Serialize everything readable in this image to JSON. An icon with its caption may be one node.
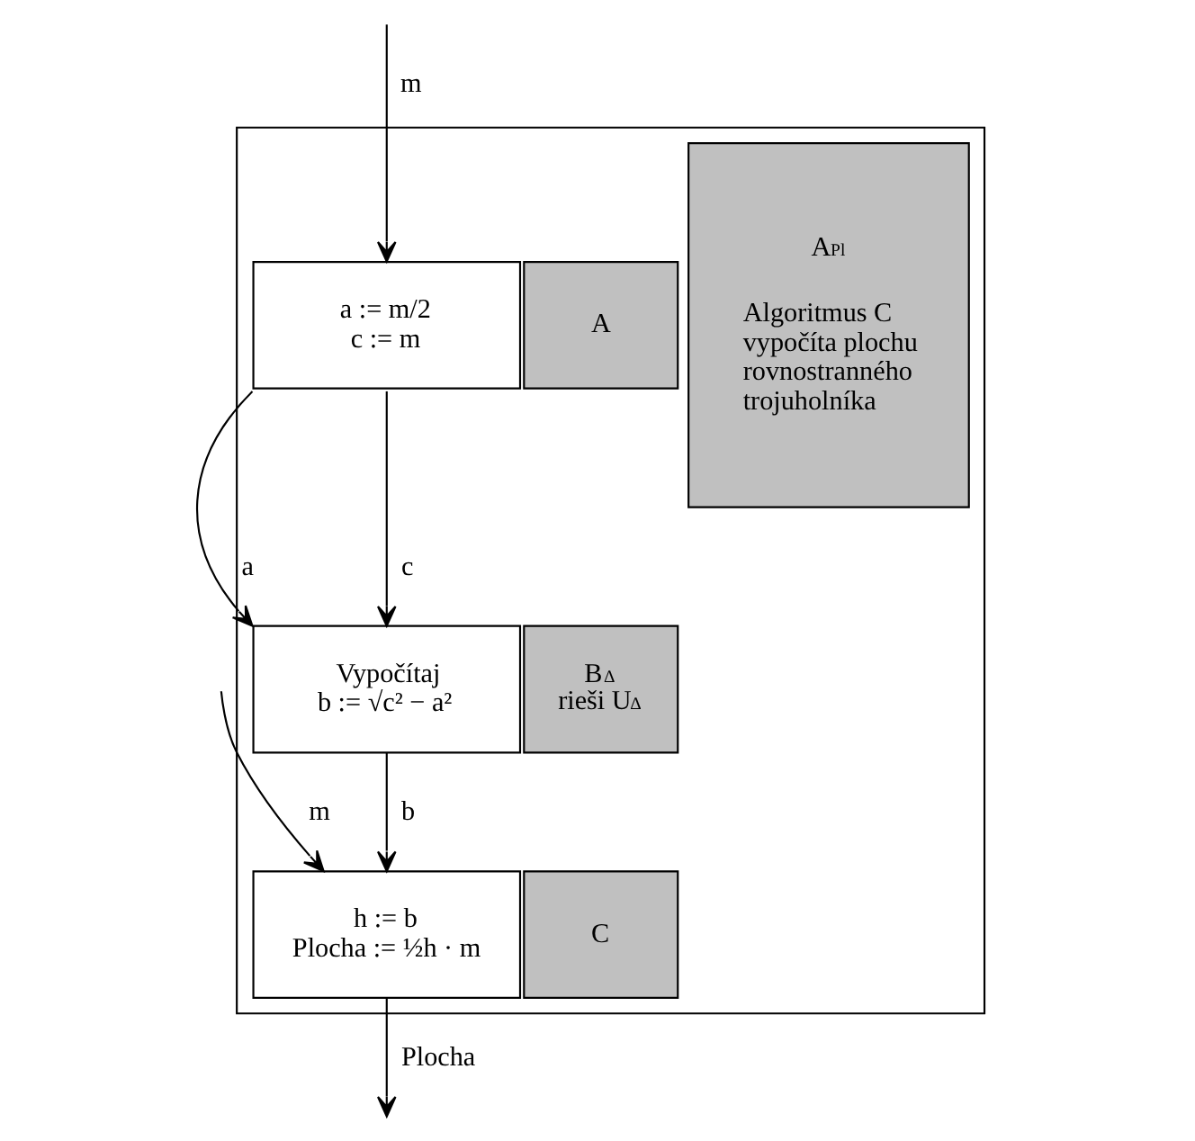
{
  "diagram": {
    "nodes": [
      {
        "text": [],
        "shape": "box"
      },
      {
        "text": [
          "A$_{Pl}$",
          "Algoritmus C vypočíta plochu rovnostranného trojuholníka"
        ],
        "in": 0
      },
      {
        "text": [
          "a := m/2",
          "c := m"
        ],
        "in": 0
      },
      {
        "text": [
          "A"
        ],
        "in": 0
      },
      {
        "text": [
          "Vypočítaj",
          "b := √c² − a²"
        ],
        "in": 0
      },
      {
        "text": [
          "B$_{Δ}$",
          "rieši U$_{Δ}$"
        ],
        "in": 0
      },
      {
        "text": [
          "h := b",
          "Plocha := ½h · m"
        ],
        "in": 0
      },
      {
        "text": [
          "C"
        ],
        "in": 0
      }
    ],
    "edges": [
      {
        "from": null,
        "to": 2,
        "arrow": "to",
        "label": "m"
      },
      {
        "from": null,
        "to": 6,
        "arrow": "to",
        "label": "m"
      },
      {
        "from": 2,
        "to": 4,
        "arrow": "to",
        "label": "a"
      },
      {
        "from": 2,
        "to": 4,
        "arrow": "to",
        "label": "c"
      },
      {
        "from": 4,
        "to": 6,
        "arrow": "to",
        "label": "b"
      },
      {
        "from": 6,
        "to": null,
        "arrow": "to",
        "label": "Plocha"
      }
    ]
  }
}
